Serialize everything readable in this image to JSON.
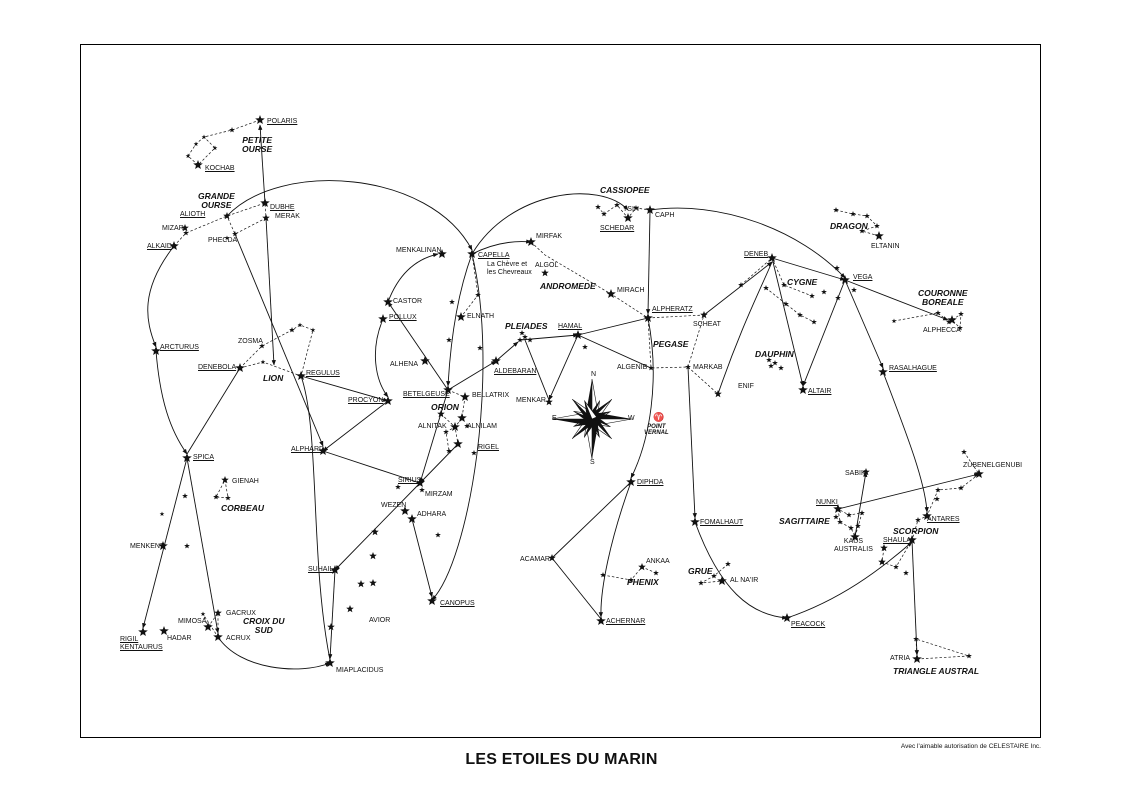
{
  "title": "LES ETOILES DU MARIN",
  "credit": "Avec l'aimable autorisation de CELESTAIRE Inc.",
  "constellations": {
    "petite_ourse": "PETITE\nOURSE",
    "grande_ourse": "GRANDE\nOURSE",
    "cassiopee": "CASSIOPEE",
    "dragon": "DRAGON",
    "couronne_boreale": "COURONNE\nBOREALE",
    "cygne": "CYGNE",
    "andromede": "ANDROMEDE",
    "pleiades": "PLEIADES",
    "pegase": "PEGASE",
    "dauphin": "DAUPHIN",
    "lion": "LION",
    "orion": "ORION",
    "corbeau": "CORBEAU",
    "croix_du_sud": "CROIX DU\nSUD",
    "phenix": "PHENIX",
    "grue": "GRUE",
    "sagittaire": "SAGITTAIRE",
    "scorpion": "SCORPION",
    "triangle_austral": "TRIANGLE AUSTRAL"
  },
  "stars": {
    "polaris": "POLARIS",
    "kochab": "KOCHAB",
    "dubhe": "DUBHE",
    "merak": "MERAK",
    "alioth": "ALIOTH",
    "mizar": "MIZAR",
    "phecda": "PHECDA",
    "alkaid": "ALKAID",
    "arcturus": "ARCTURUS",
    "zosma": "ZOSMA",
    "denebola": "DENEBOLA",
    "regulus": "REGULUS",
    "spica": "SPICA",
    "gienah": "GIENAH",
    "menkent": "MENKENT",
    "mimosa": "MIMOSA",
    "gacrux": "GACRUX",
    "acrux": "ACRUX",
    "hadar": "HADAR",
    "rigil": "RIGIL\nKENTAURUS",
    "alphard": "ALPHARD",
    "procyon": "PROCYON",
    "sirius": "SIRIUS",
    "mirzam": "MIRZAM",
    "wezen": "WEZEN",
    "adhara": "ADHARA",
    "suhail": "SUHAIL",
    "avior": "AVIOR",
    "canopus": "CANOPUS",
    "miaplacidus": "MIAPLACIDUS",
    "castor": "CASTOR",
    "pollux": "POLLUX",
    "alhena": "ALHENA",
    "menkalinan": "MENKALINAN",
    "capella": "CAPELLA",
    "chevre": "La Chèvre et\nles Chevreaux",
    "elnath": "ELNATH",
    "betelgeuse": "BETELGEUSE",
    "bellatrix": "BELLATRIX",
    "alnitak": "ALNITAK",
    "alnilam": "ALNILAM",
    "rigel": "RIGEL",
    "aldebaran": "ALDEBARAN",
    "menkar": "MENKAR",
    "hamal": "HAMAL",
    "mirfak": "MIRFAK",
    "algol": "ALGOL",
    "mirach": "MIRACH",
    "alpheratz": "ALPHERATZ",
    "scheat": "SCHEAT",
    "markab": "MARKAB",
    "algenib": "ALGENIB",
    "enif": "ENIF",
    "tsih": "TSIH",
    "caph": "CAPH",
    "schedar": "SCHEDAR",
    "eltanin": "ELTANIN",
    "deneb": "DENEB",
    "vega": "VEGA",
    "alphecca": "ALPHECCA",
    "altair": "ALTAIR",
    "rasalhague": "RASALHAGUE",
    "sabik": "SABIK",
    "zubenelgenubi": "ZUBENELGENUBI",
    "nunki": "NUNKI",
    "kaus": "KAUS\nAUSTRALIS",
    "antares": "ANTARES",
    "shaula": "SHAULA",
    "atria": "ATRIA",
    "peacock": "PEACOCK",
    "fomalhaut": "FOMALHAUT",
    "alnair": "AL NA'IR",
    "diphda": "DIPHDA",
    "acamar": "ACAMAR",
    "ankaa": "ANKAA",
    "achernar": "ACHERNAR"
  },
  "compass": {
    "n": "N",
    "s": "S",
    "e": "E",
    "w": "W"
  },
  "point_vernal": "POINT\nVERNAL",
  "point_vernal_symbol": "♈"
}
